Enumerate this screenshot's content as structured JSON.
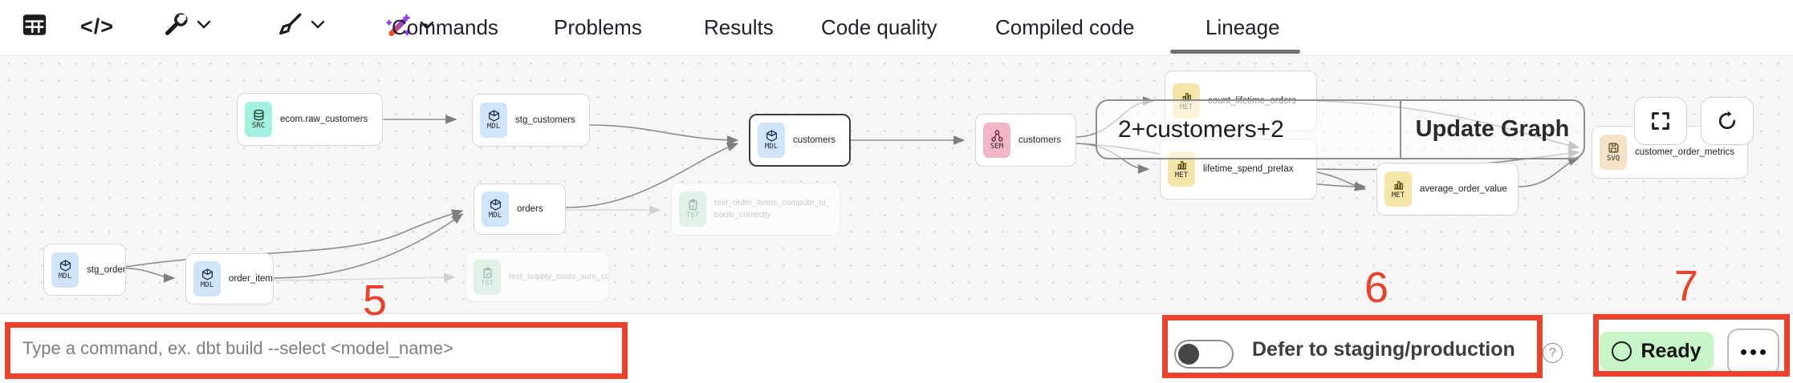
{
  "toolbar": {
    "code_glyph": "</>"
  },
  "tabs": [
    {
      "label": "Commands",
      "active": false
    },
    {
      "label": "Problems",
      "active": false
    },
    {
      "label": "Results",
      "active": false
    },
    {
      "label": "Code quality",
      "active": false
    },
    {
      "label": "Compiled code",
      "active": false
    },
    {
      "label": "Lineage",
      "active": true
    }
  ],
  "graph": {
    "nodes": [
      {
        "badge": "SRC",
        "label": "ecom.raw_customers"
      },
      {
        "badge": "MDL",
        "label": "stg_customers"
      },
      {
        "badge": "MDL",
        "label": "customers",
        "selected": true
      },
      {
        "badge": "SEM",
        "label": "customers"
      },
      {
        "badge": "MDL",
        "label": "orders"
      },
      {
        "badge": "MDL",
        "label": "stg_orders"
      },
      {
        "badge": "MDL",
        "label": "order_items"
      },
      {
        "badge": "TST",
        "label": "test_order_items_compute_to_bools_correctly",
        "faded": true
      },
      {
        "badge": "TST",
        "label": "test_supply_costs_sum_correctly",
        "faded": true
      },
      {
        "badge": "MET",
        "label": "count_lifetime_orders"
      },
      {
        "badge": "MET",
        "label": "lifetime_spend_pretax"
      },
      {
        "badge": "MET",
        "label": "average_order_value"
      },
      {
        "badge": "SVQ",
        "label": "customer_order_metrics"
      }
    ],
    "selection_overlay": {
      "query": "2+customers+2",
      "update_button": "Update Graph"
    }
  },
  "command_bar": {
    "placeholder": "Type a command, ex. dbt build --select <model_name>"
  },
  "defer": {
    "label": "Defer to staging/production",
    "enabled": false,
    "help_glyph": "?"
  },
  "status": {
    "label": "Ready"
  },
  "annotations": [
    {
      "number": "5"
    },
    {
      "number": "6"
    },
    {
      "number": "7"
    }
  ],
  "colors": {
    "annotation": "#e8432c",
    "ready_bg": "#c7f5c7",
    "src_badge": "#a2f0de",
    "mdl_badge": "#cfe3f9",
    "sem_badge": "#f1b6c6",
    "met_badge": "#f6e5a8",
    "tst_badge": "#e0f1e5",
    "svq_badge": "#f4e3c9"
  }
}
